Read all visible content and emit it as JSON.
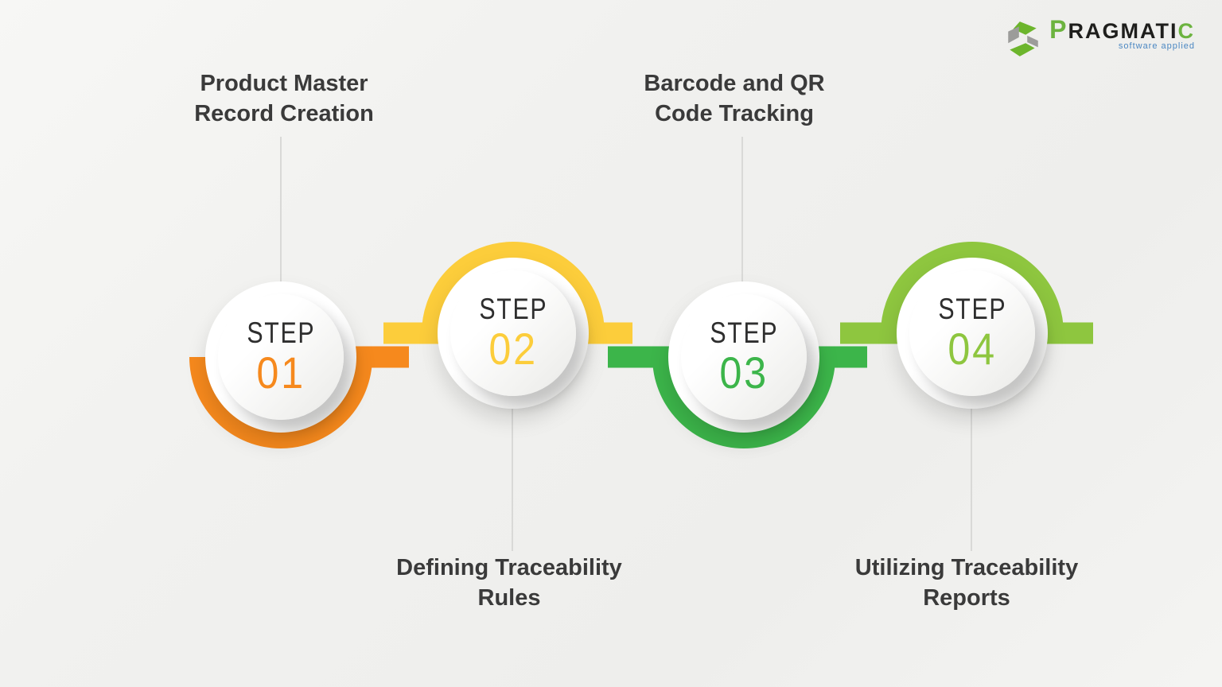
{
  "page": {
    "background_light": "#f7f7f5",
    "background_dark": "#eeeeec"
  },
  "logo": {
    "brand_initial": "P",
    "brand_middle": "RAGMATI",
    "brand_final": "C",
    "tagline": "software applied",
    "brand_green": "#6CB33F",
    "brand_dark": "#1E1E1C",
    "tagline_color": "#4B87C2",
    "icon_green": "#6CB52C",
    "icon_gray": "#9C9C9A"
  },
  "steps": [
    {
      "step_word": "STEP",
      "number": "01",
      "color": "#F6891D",
      "arc_side": "bottom",
      "title_side": "top",
      "title_line1": "Product Master",
      "title_line2": "Record Creation"
    },
    {
      "step_word": "STEP",
      "number": "02",
      "color": "#FCCD3B",
      "arc_side": "top",
      "title_side": "bottom",
      "title_line1": "Defining Traceability",
      "title_line2": "Rules"
    },
    {
      "step_word": "STEP",
      "number": "03",
      "color": "#3CB54A",
      "arc_side": "bottom",
      "title_side": "top",
      "title_line1": "Barcode and QR",
      "title_line2": "Code Tracking"
    },
    {
      "step_word": "STEP",
      "number": "04",
      "color": "#8EC63F",
      "arc_side": "top",
      "title_side": "bottom",
      "title_line1": "Utilizing Traceability",
      "title_line2": "Reports"
    }
  ]
}
